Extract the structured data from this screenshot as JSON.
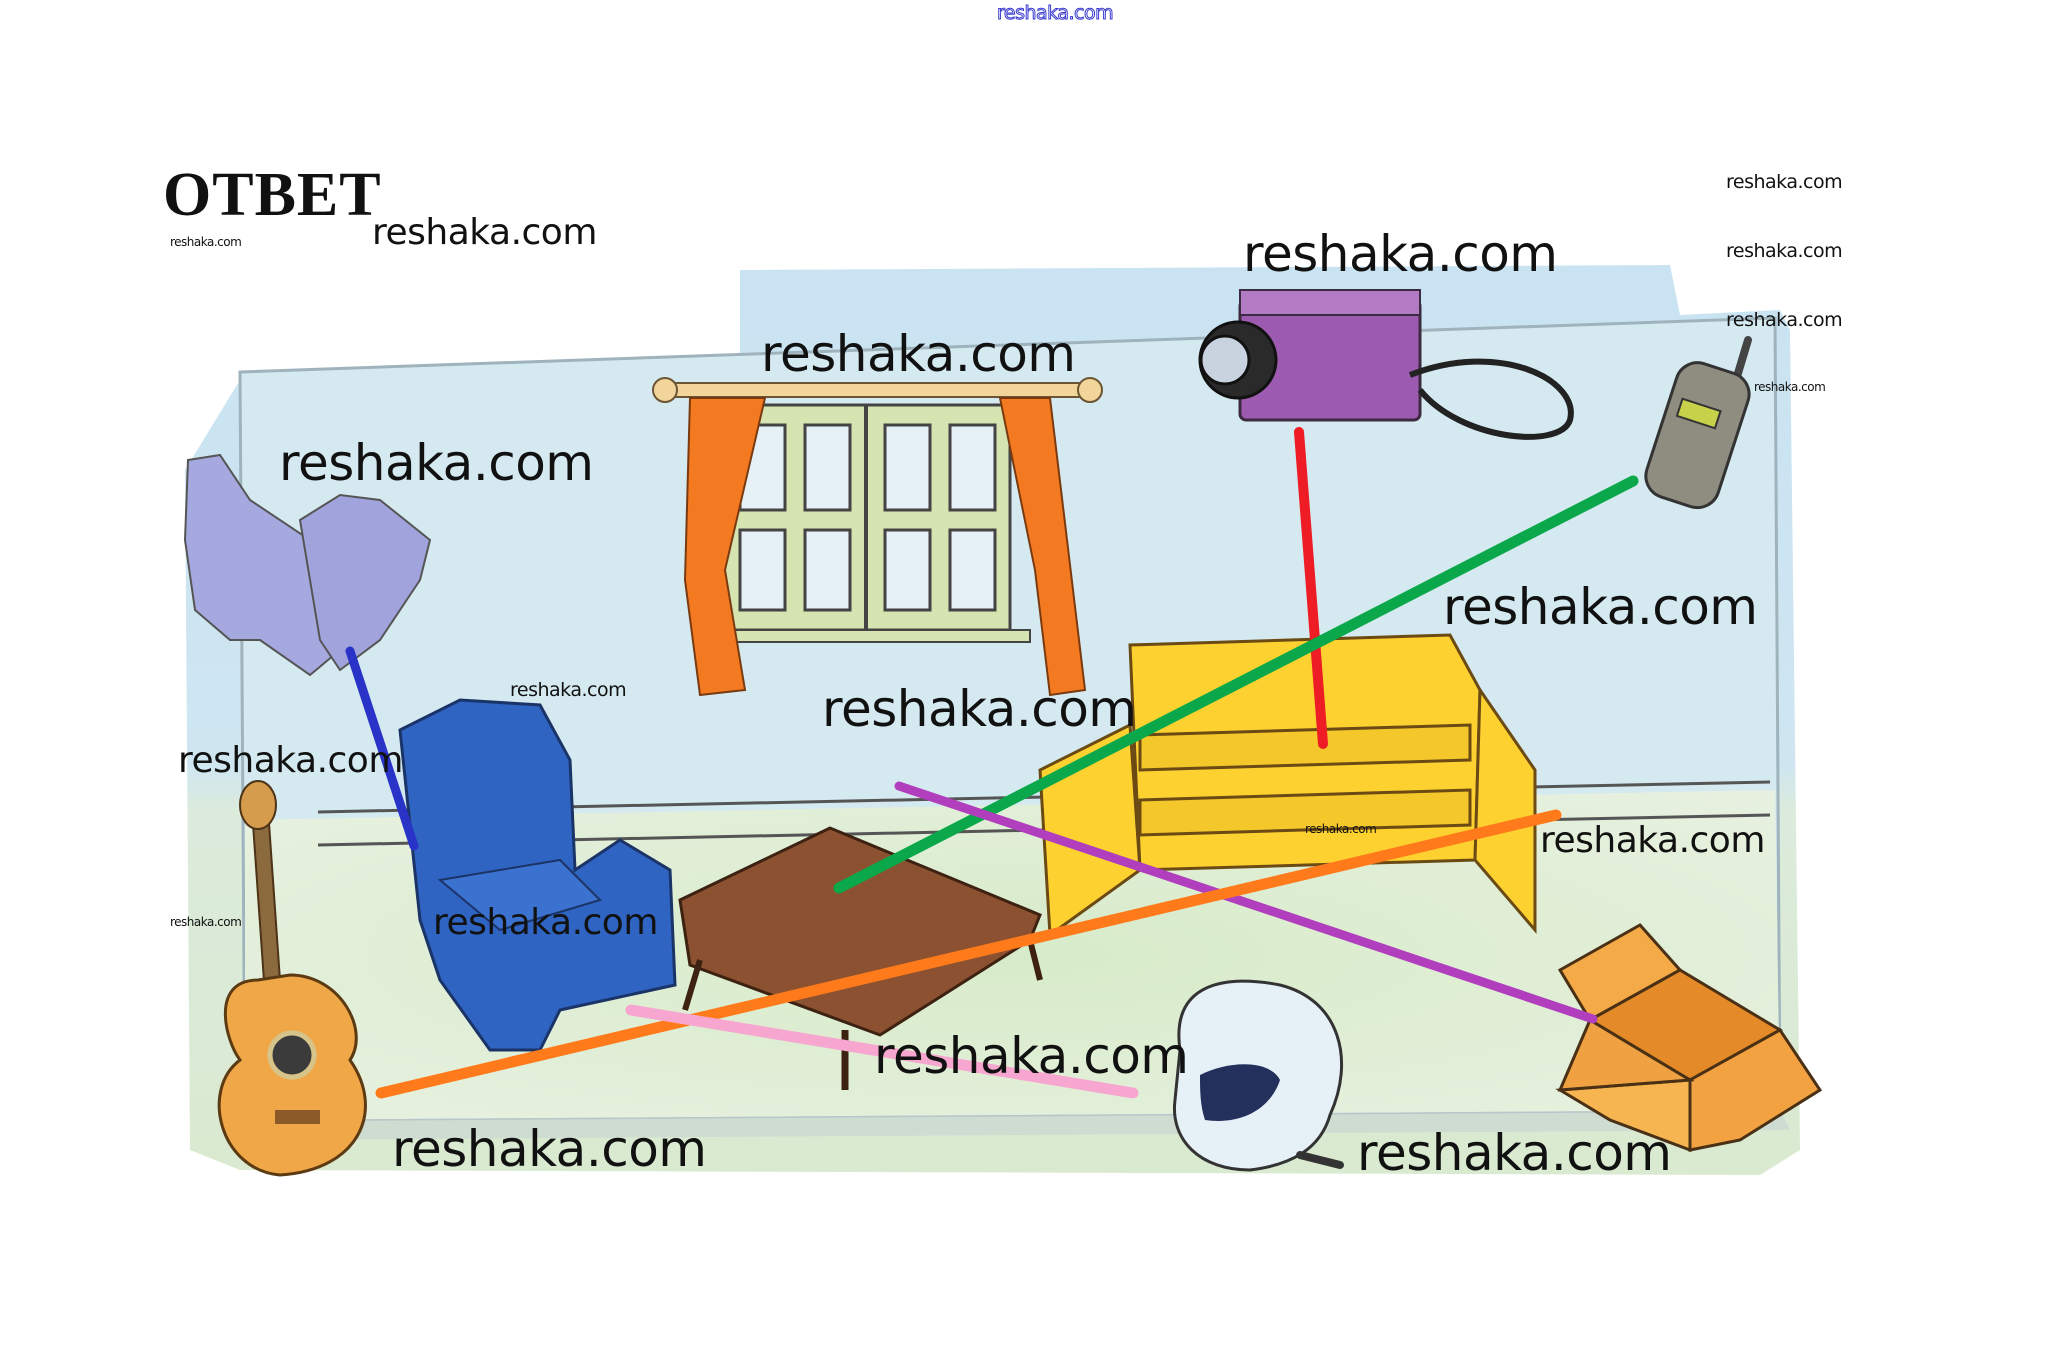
{
  "header": {
    "source_watermark": "reshaka.com",
    "title": "ОТВЕТ"
  },
  "watermarks": [
    "reshaka.com",
    "reshaka.com",
    "reshaka.com",
    "reshaka.com",
    "reshaka.com",
    "reshaka.com",
    "reshaka.com",
    "reshaka.com",
    "reshaka.com",
    "reshaka.com",
    "reshaka.com",
    "reshaka.com",
    "reshaka.com",
    "reshaka.com",
    "reshaka.com",
    "reshaka.com",
    "reshaka.com",
    "reshaka.com",
    "reshaka.com"
  ],
  "illustration": {
    "objects": [
      "gloves-icon",
      "window-icon",
      "camera-icon",
      "mobile-phone-icon",
      "armchair-icon",
      "guitar-icon",
      "coffee-table-icon",
      "cabinet-icon",
      "helmet-icon",
      "cardboard-box-icon"
    ],
    "matches": [
      {
        "from": "gloves",
        "to": "armchair",
        "color": "#2a33c8"
      },
      {
        "from": "camera",
        "to": "cabinet",
        "color": "#ee1c24"
      },
      {
        "from": "mobile-phone",
        "to": "coffee-table",
        "color": "#0aa84a"
      },
      {
        "from": "window-wall",
        "to": "cardboard-box",
        "color": "#b13fbd"
      },
      {
        "from": "guitar",
        "to": "cabinet",
        "color": "#ff7a1a"
      },
      {
        "from": "armchair",
        "to": "helmet",
        "color": "#f7a6cf"
      }
    ]
  }
}
